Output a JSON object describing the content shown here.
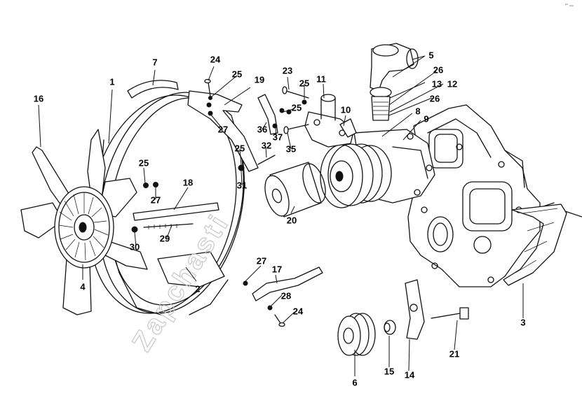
{
  "diagram": {
    "corner_note": "ᵖᵇ ₐₐₐ",
    "watermark": "Zapchasti",
    "colors": {
      "ink": "#111111",
      "paper": "#ffffff",
      "watermark": "#c8c8c8"
    },
    "callouts": [
      {
        "id": "c1",
        "text": "1"
      },
      {
        "id": "c2",
        "text": "2"
      },
      {
        "id": "c3",
        "text": "3"
      },
      {
        "id": "c4",
        "text": "4"
      },
      {
        "id": "c5",
        "text": "5"
      },
      {
        "id": "c6",
        "text": "6"
      },
      {
        "id": "c7",
        "text": "7"
      },
      {
        "id": "c8",
        "text": "8"
      },
      {
        "id": "c9",
        "text": "9"
      },
      {
        "id": "c10",
        "text": "10"
      },
      {
        "id": "c11",
        "text": "11"
      },
      {
        "id": "c12",
        "text": "12"
      },
      {
        "id": "c13",
        "text": "13"
      },
      {
        "id": "c14",
        "text": "14"
      },
      {
        "id": "c15",
        "text": "15"
      },
      {
        "id": "c16",
        "text": "16"
      },
      {
        "id": "c17",
        "text": "17"
      },
      {
        "id": "c18",
        "text": "18"
      },
      {
        "id": "c19",
        "text": "19"
      },
      {
        "id": "c20",
        "text": "20"
      },
      {
        "id": "c21",
        "text": "21"
      },
      {
        "id": "c23",
        "text": "23"
      },
      {
        "id": "c24a",
        "text": "24"
      },
      {
        "id": "c24b",
        "text": "24"
      },
      {
        "id": "c25a",
        "text": "25"
      },
      {
        "id": "c25b",
        "text": "25"
      },
      {
        "id": "c25c",
        "text": "25"
      },
      {
        "id": "c25d",
        "text": "25"
      },
      {
        "id": "c25e",
        "text": "25"
      },
      {
        "id": "c26a",
        "text": "26"
      },
      {
        "id": "c26b",
        "text": "26"
      },
      {
        "id": "c27a",
        "text": "27"
      },
      {
        "id": "c27b",
        "text": "27"
      },
      {
        "id": "c27c",
        "text": "27"
      },
      {
        "id": "c28",
        "text": "28"
      },
      {
        "id": "c29",
        "text": "29"
      },
      {
        "id": "c30",
        "text": "30"
      },
      {
        "id": "c31",
        "text": "31"
      },
      {
        "id": "c32",
        "text": "32"
      },
      {
        "id": "c35",
        "text": "35"
      },
      {
        "id": "c36",
        "text": "36"
      },
      {
        "id": "c37",
        "text": "37"
      }
    ]
  }
}
